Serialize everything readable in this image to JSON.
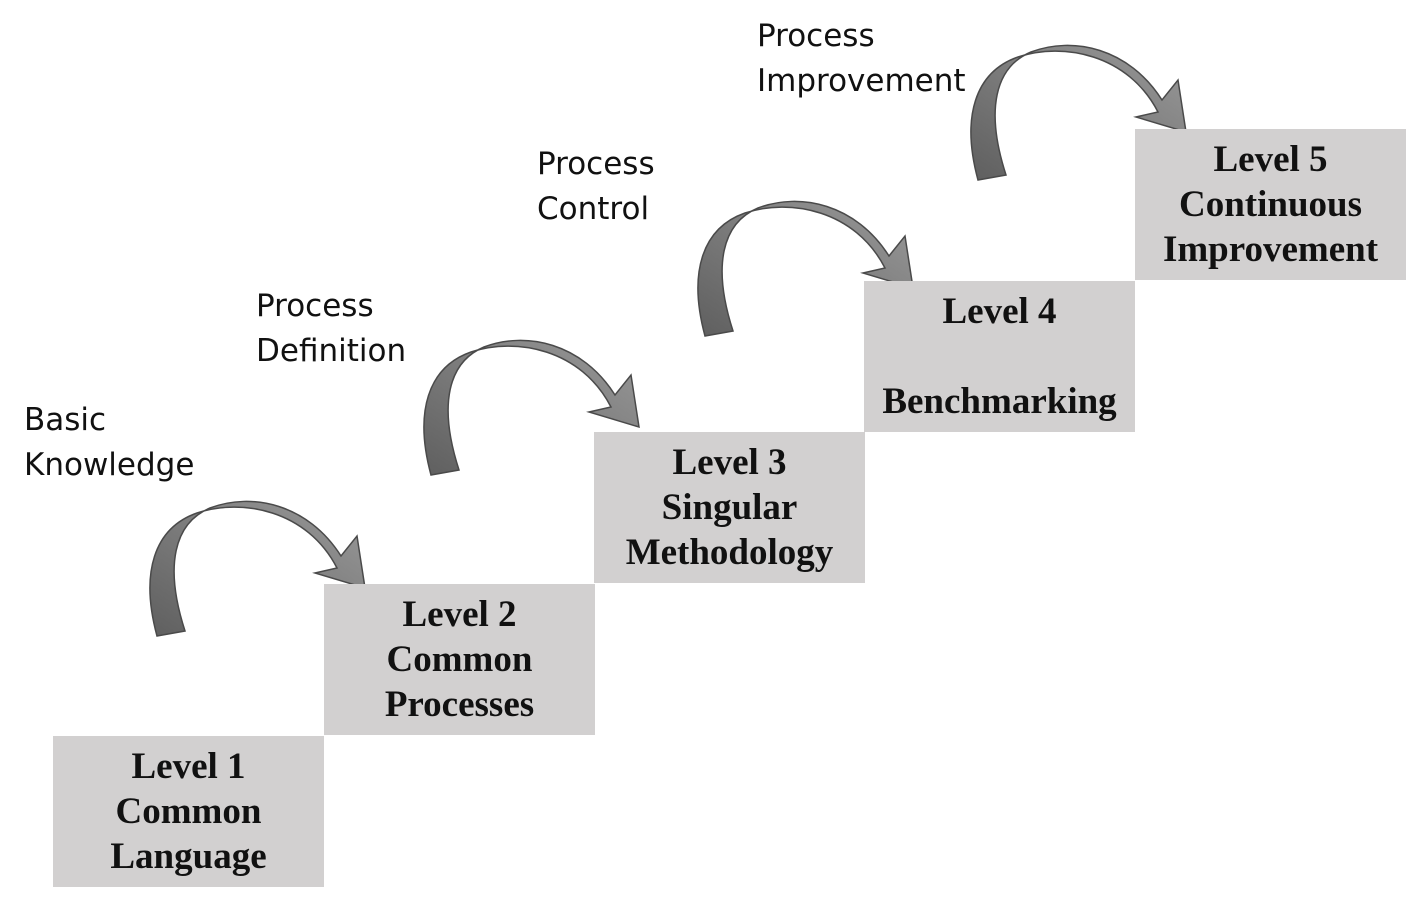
{
  "steps": [
    {
      "line1": "Level 1",
      "line2": "Common",
      "line3": "Language"
    },
    {
      "line1": "Level 2",
      "line2": "Common",
      "line3": "Processes"
    },
    {
      "line1": "Level 3",
      "line2": "Singular",
      "line3": "Methodology"
    },
    {
      "line1": "Level 4",
      "line2": "Benchmarking"
    },
    {
      "line1": "Level 5",
      "line2": "Continuous",
      "line3": "Improvement"
    }
  ],
  "phases": [
    {
      "line1": "Basic",
      "line2": "Knowledge"
    },
    {
      "line1": "Process",
      "line2": "Definition"
    },
    {
      "line1": "Process",
      "line2": "Control"
    },
    {
      "line1": "Process",
      "line2": "Improvement"
    }
  ],
  "colors": {
    "step_fill": "#d2d0d0",
    "arrow_dark": "#5f5f5f",
    "arrow_light": "#9a9a9a",
    "text": "#111111"
  },
  "icons": [
    "curved-arrow-icon"
  ]
}
